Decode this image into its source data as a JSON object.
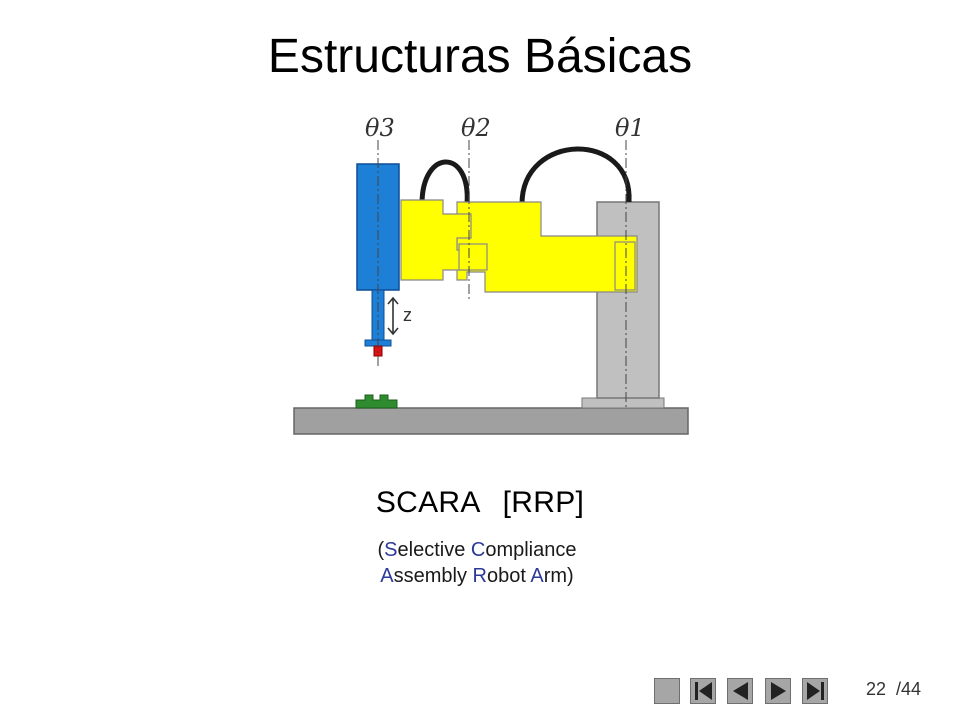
{
  "slide": {
    "title": "Estructuras Básicas",
    "subtitle_name": "SCARA",
    "subtitle_type": "[RRP]",
    "acronym": {
      "open": "(",
      "w1_initial": "S",
      "w1_rest": "elective",
      "w2_initial": "C",
      "w2_rest": "ompliance",
      "w3_initial": "A",
      "w3_rest": "ssembly",
      "w4_initial": "R",
      "w4_rest": "obot",
      "w5_initial": "A",
      "w5_rest": "rm",
      "close": ")"
    }
  },
  "diagram": {
    "joint_labels": [
      "θ3",
      "θ2",
      "θ1"
    ],
    "z_label": "z",
    "colors": {
      "arm": "#ffff00",
      "end_effector": "#1e7fd6",
      "column": "#c0c0c0",
      "base": "#a0a0a0",
      "part": "#2e8b2e",
      "cable": "#1a1a1a"
    }
  },
  "nav": {
    "icons": [
      "blank-icon",
      "first-page-icon",
      "previous-page-icon",
      "next-page-icon",
      "last-page-icon"
    ]
  },
  "page": {
    "current": "22",
    "total": "/44"
  }
}
